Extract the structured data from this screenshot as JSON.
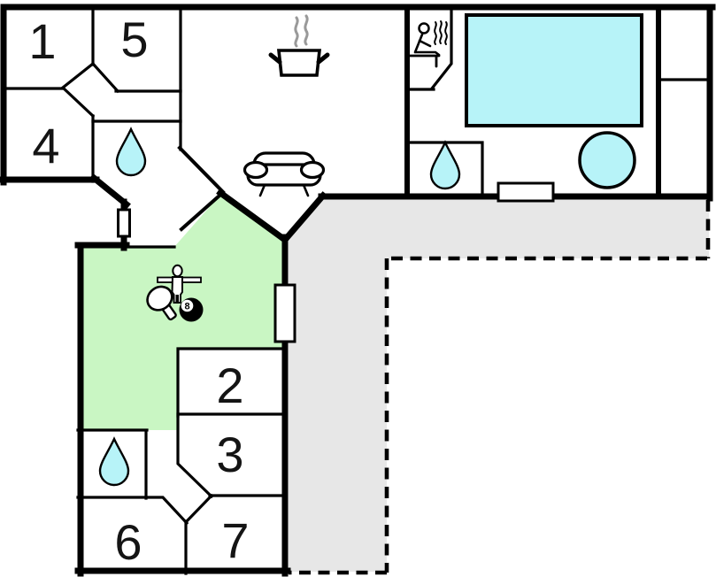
{
  "plan": {
    "type": "floor-plan",
    "rooms": [
      {
        "label": "1"
      },
      {
        "label": "5"
      },
      {
        "label": "4"
      },
      {
        "label": "2"
      },
      {
        "label": "3"
      },
      {
        "label": "6"
      },
      {
        "label": "7"
      }
    ],
    "eight_ball_label": "8",
    "features": [
      "steaming-pot-icon",
      "sofa-icon",
      "sauna-person-icon",
      "swimming-pool",
      "hot-tub",
      "water-drop-icon-x3",
      "window-x3",
      "table-tennis-paddle-icon",
      "foosball-player-icon",
      "billiard-8-ball-icon",
      "terrace-dashed-area",
      "games-room-green-area"
    ],
    "colors": {
      "wall": "#000000",
      "water": "#b7f3f8",
      "green": "#c9f6c3",
      "terrace": "#e7e7e7",
      "steam": "#999999",
      "background": "#ffffff"
    }
  }
}
